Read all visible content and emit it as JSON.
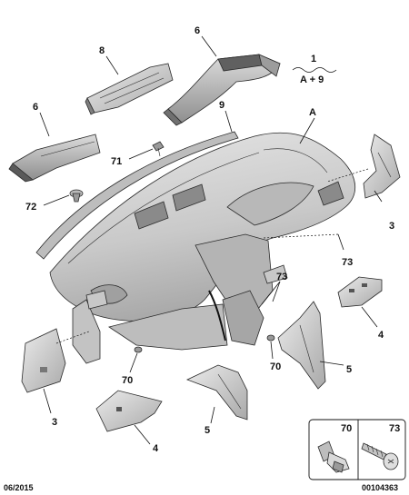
{
  "callouts": {
    "c1": "1",
    "c1_formula": "A + 9",
    "c6_top": "6",
    "c8": "8",
    "c6_left": "6",
    "c9": "9",
    "cA": "A",
    "c71": "71",
    "c72": "72",
    "c3_right": "3",
    "c73_right": "73",
    "c73_mid": "73",
    "c4_right": "4",
    "c70_mid": "70",
    "c70_left": "70",
    "c5_right": "5",
    "c3_left": "3",
    "c5_bottom": "5",
    "c4_bottom": "4"
  },
  "legend": {
    "label_70": "70",
    "label_73": "73"
  },
  "footer": {
    "date": "06/2015",
    "ref": "00104363"
  },
  "colors": {
    "part_fill": "#d2d2d2",
    "part_dark": "#9a9a9a",
    "part_light": "#ececec",
    "line": "#111111"
  }
}
